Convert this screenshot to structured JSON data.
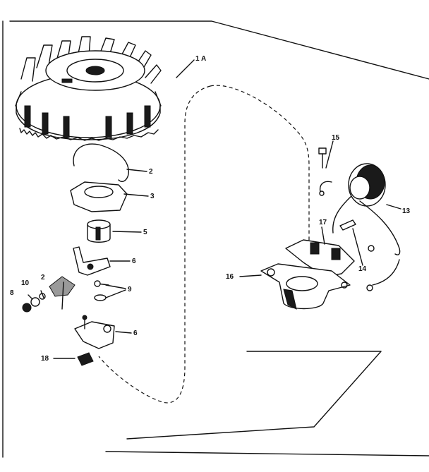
{
  "diagram": {
    "parts": [
      {
        "id": "p1a",
        "label": "1 A"
      },
      {
        "id": "p2a",
        "label": "2"
      },
      {
        "id": "p3",
        "label": "3"
      },
      {
        "id": "p5",
        "label": "5"
      },
      {
        "id": "p6a",
        "label": "6"
      },
      {
        "id": "p9",
        "label": "9"
      },
      {
        "id": "p6b",
        "label": "6"
      },
      {
        "id": "p2b",
        "label": "2"
      },
      {
        "id": "p10",
        "label": "10"
      },
      {
        "id": "p8",
        "label": "8"
      },
      {
        "id": "p18",
        "label": "18"
      },
      {
        "id": "p15",
        "label": "15"
      },
      {
        "id": "p13",
        "label": "13"
      },
      {
        "id": "p17",
        "label": "17"
      },
      {
        "id": "p14",
        "label": "14"
      },
      {
        "id": "p16",
        "label": "16"
      }
    ]
  }
}
